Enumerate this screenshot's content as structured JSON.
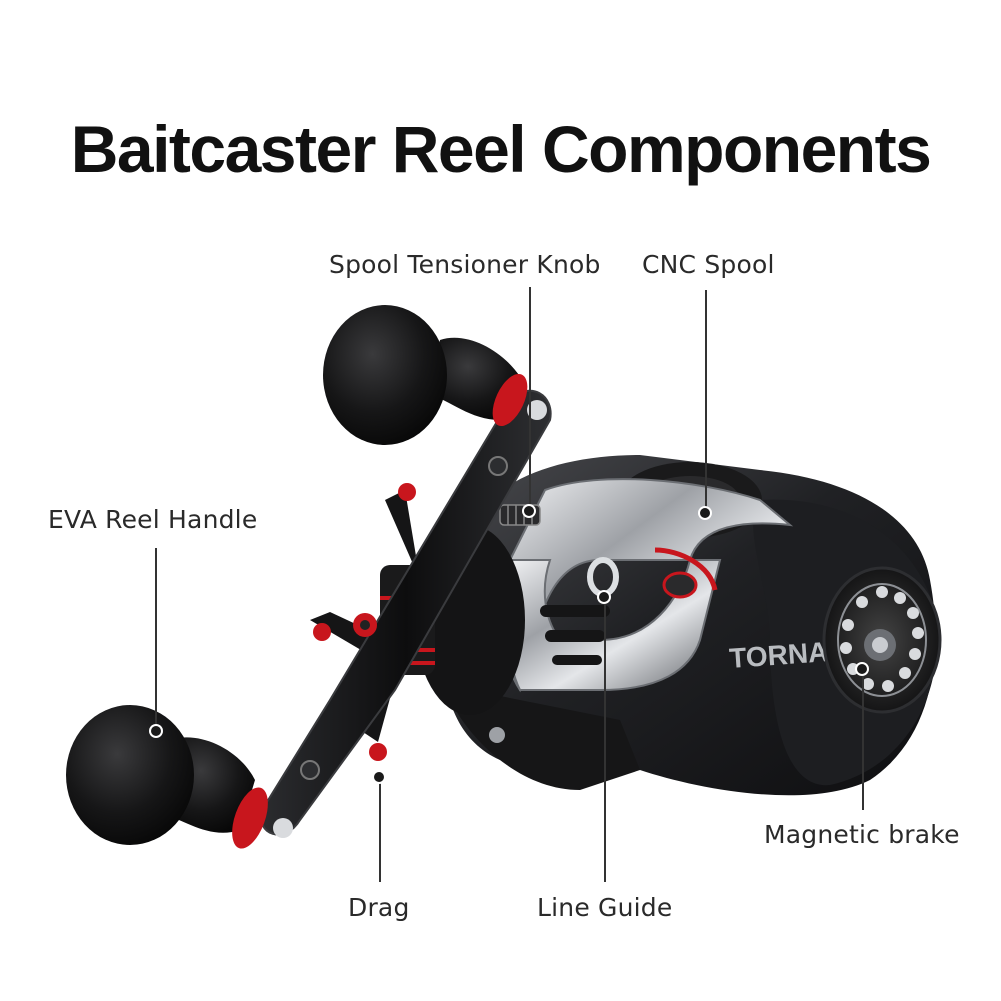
{
  "title": "Baitcaster Reel Components",
  "brand_text": "TORNADO",
  "labels": {
    "spool_tensioner_knob": "Spool Tensioner Knob",
    "cnc_spool": "CNC Spool",
    "eva_reel_handle": "EVA Reel Handle",
    "magnetic_brake": "Magnetic brake",
    "drag": "Drag",
    "line_guide": "Line Guide"
  },
  "colors": {
    "accent_red": "#c8161d",
    "body_black": "#1b1b1d",
    "chrome": "#c9ccd0"
  }
}
